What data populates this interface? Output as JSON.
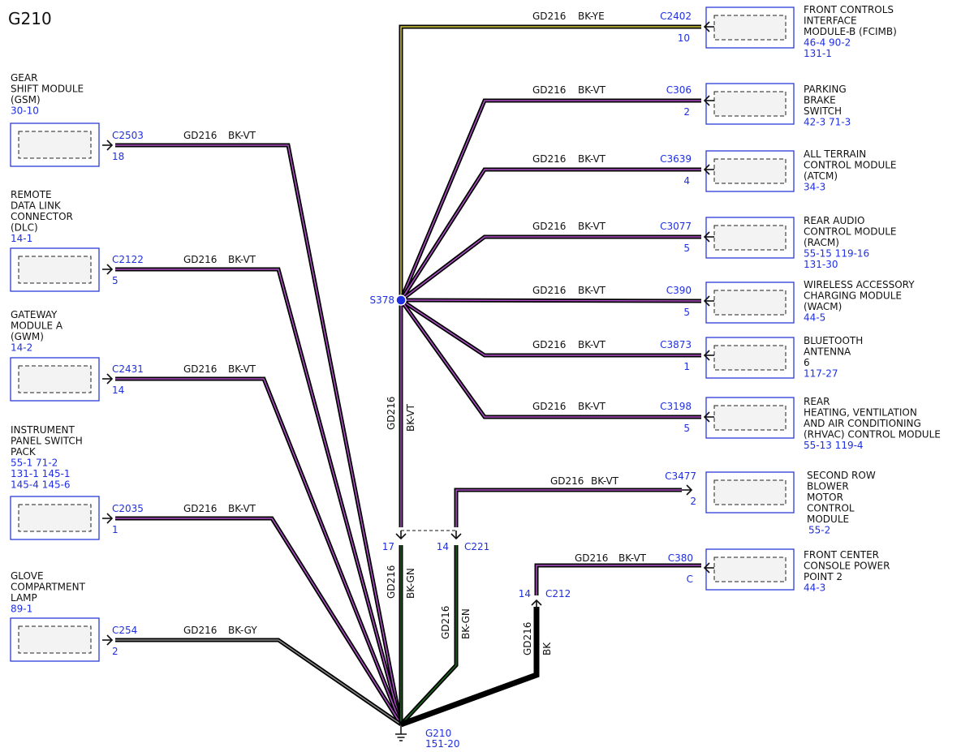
{
  "title": "G210",
  "colors": {
    "BK": "#000000",
    "VT": "#b050c8",
    "YE": "#d8d040",
    "GN": "#1e6a1e",
    "GY": "#8a8a8a",
    "ref": "#1f2fe0",
    "box": "#2b3bd8"
  },
  "left_components": [
    {
      "lines": [
        "GEAR",
        "SHIFT MODULE",
        "(GSM)"
      ],
      "refs": [
        "30-10"
      ],
      "connector": "C2503",
      "pin": "18",
      "circuit": "GD216",
      "color": "BK-VT"
    },
    {
      "lines": [
        "REMOTE",
        "DATA LINK",
        "CONNECTOR",
        "(DLC)"
      ],
      "refs": [
        "14-1"
      ],
      "connector": "C2122",
      "pin": "5",
      "circuit": "GD216",
      "color": "BK-VT"
    },
    {
      "lines": [
        "GATEWAY",
        "MODULE A",
        "(GWM)"
      ],
      "refs": [
        "14-2"
      ],
      "connector": "C2431",
      "pin": "14",
      "circuit": "GD216",
      "color": "BK-VT"
    },
    {
      "lines": [
        "INSTRUMENT",
        "PANEL SWITCH",
        "PACK"
      ],
      "refs": [
        "55-1   71-2",
        "131-1 145-1",
        "145-4 145-6"
      ],
      "connector": "C2035",
      "pin": "1",
      "circuit": "GD216",
      "color": "BK-VT"
    },
    {
      "lines": [
        "GLOVE",
        "COMPARTMENT",
        "LAMP"
      ],
      "refs": [
        "89-1"
      ],
      "connector": "C254",
      "pin": "2",
      "circuit": "GD216",
      "color": "BK-GY"
    }
  ],
  "right_components": [
    {
      "lines": [
        "FRONT CONTROLS",
        "INTERFACE",
        "MODULE-B (FCIMB)"
      ],
      "refs": [
        "46-4  90-2",
        "131-1"
      ],
      "connector": "C2402",
      "pin": "10",
      "circuit": "GD216",
      "color": "BK-YE"
    },
    {
      "lines": [
        "PARKING",
        "BRAKE",
        "SWITCH"
      ],
      "refs": [
        "42-3  71-3"
      ],
      "connector": "C306",
      "pin": "2",
      "circuit": "GD216",
      "color": "BK-VT"
    },
    {
      "lines": [
        "ALL TERRAIN",
        "CONTROL MODULE",
        "(ATCM)"
      ],
      "refs": [
        "34-3"
      ],
      "connector": "C3639",
      "pin": "4",
      "circuit": "GD216",
      "color": "BK-VT"
    },
    {
      "lines": [
        "REAR AUDIO",
        "CONTROL MODULE",
        "(RACM)"
      ],
      "refs": [
        "55-15  119-16",
        "131-30"
      ],
      "connector": "C3077",
      "pin": "5",
      "circuit": "GD216",
      "color": "BK-VT"
    },
    {
      "lines": [
        "WIRELESS ACCESSORY",
        "CHARGING MODULE",
        "(WACM)"
      ],
      "refs": [
        "44-5"
      ],
      "connector": "C390",
      "pin": "5",
      "circuit": "GD216",
      "color": "BK-VT"
    },
    {
      "lines": [
        "BLUETOOTH",
        "ANTENNA",
        "6"
      ],
      "refs": [
        "117-27"
      ],
      "connector": "C3873",
      "pin": "1",
      "circuit": "GD216",
      "color": "BK-VT"
    },
    {
      "lines": [
        "REAR",
        "HEATING, VENTILATION",
        "AND AIR CONDITIONING",
        "(RHVAC) CONTROL MODULE"
      ],
      "refs": [
        "55-13 119-4"
      ],
      "connector": "C3198",
      "pin": "5",
      "circuit": "GD216",
      "color": "BK-VT"
    },
    {
      "lines": [
        "SECOND ROW",
        "BLOWER",
        "MOTOR",
        "CONTROL",
        "MODULE"
      ],
      "refs": [
        "55-2"
      ],
      "connector": "C3477",
      "pin": "2",
      "circuit": "GD216",
      "color": "BK-VT"
    },
    {
      "lines": [
        "FRONT CENTER",
        "CONSOLE POWER",
        "POINT 2"
      ],
      "refs": [
        "44-3"
      ],
      "connector": "C380",
      "pin": "C",
      "circuit": "GD216",
      "color": "BK-VT"
    }
  ],
  "splice": {
    "name": "S378",
    "vertical_circuit": "GD216",
    "vertical_color": "BK-VT"
  },
  "inline_connectors": {
    "c221": {
      "name": "C221",
      "pin_left": "17",
      "pin_right": "14",
      "left_circuit": "GD216",
      "left_color": "BK-GN",
      "right_circuit": "GD216",
      "right_color": "BK-GN"
    },
    "c212": {
      "name": "C212",
      "pin": "14",
      "circuit": "GD216",
      "color": "BK"
    }
  },
  "ground": {
    "name": "G210",
    "ref": "151-20"
  }
}
